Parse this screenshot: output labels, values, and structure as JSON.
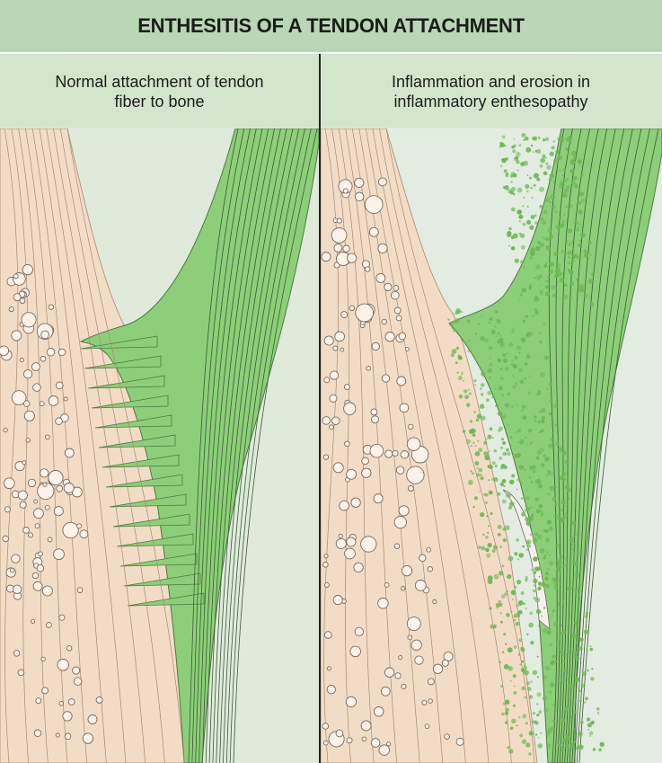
{
  "title": "ENTHESITIS OF A TENDON ATTACHMENT",
  "panels": [
    {
      "label_line1": "Normal attachment of tendon",
      "label_line2": "fiber to bone"
    },
    {
      "label_line1": "Inflammation and erosion in",
      "label_line2": "inflammatory enthesopathy"
    }
  ],
  "colors": {
    "header_band": "#b9d7b4",
    "background": "#dde9d8",
    "bone": "#f3dcc6",
    "tendon": "#8ccf78",
    "inflammation": "#6db854"
  }
}
